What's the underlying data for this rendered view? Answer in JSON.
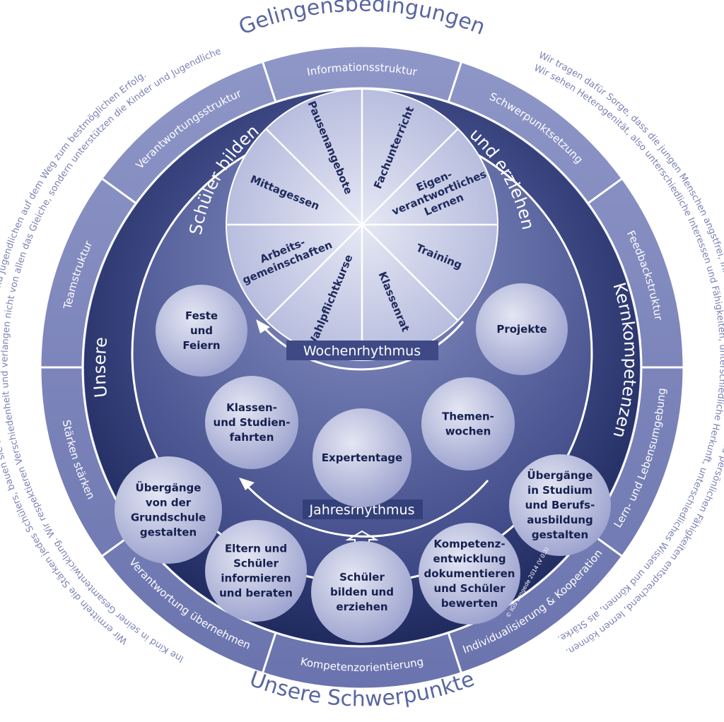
{
  "title_top": "Gelingensbedingungen",
  "title_bottom": "Unsere Schwerpunkte",
  "outer_notes": {
    "left": "Gleiche, sondern unterstützen jedes einzelne Kind in seiner Gesamtentwicklung. Wir respektieren Verschiedenheit und verlangen nicht von allen das Gleiche, sondern unterstützen die Kinder und Jugendlichen auf dem Weg zum bestmöglichen Erfolg.",
    "left_line2": "Wir ermitteln die Stärken jedes Schülers, bauen sie aus und unterstützen die Kinder und Jugendlichen auf dem Weg zum bestmöglichen Erfolg.",
    "right": "Wir tragen dafür Sorge, dass die jungen Menschen angstfrei, ihren Lebensbedürfnissen, Interessen und persönlichen Fähigkeiten entsprechend, lernen können.",
    "right_line2": "Wir sehen Heterogenität, also unterschiedliche Interessen und Fähigkeiten, unterschiedliche Herkunft, unterschiedliches Wissen und Können, als Stärke."
  },
  "outer_ring": [
    "Informationsstruktur",
    "Schwerpunktsetzung",
    "Feedbackstruktur",
    "Lern- und Lebensumgebung",
    "Individualisierung & Kooperation",
    "Kompetenzorientierung",
    "Verantwortung  übernehmen",
    "Stärken stärken",
    "Teamstruktur",
    "Verantwortungsstruktur"
  ],
  "inner_ring": {
    "left": "Unsere",
    "right": "Kernkompetenzen",
    "top_left": "Schüler bilden",
    "top_right": "und erziehen"
  },
  "wheel": [
    "Fachunterricht",
    "Eigen-|verantwortliches|Lernen",
    "Training",
    "Klassenrat",
    "Wahlpflichtkurse",
    "Arbeits-|gemeinschaften",
    "Mittagessen",
    "Pausenangebote"
  ],
  "rhythm": {
    "weekly": "Wochenrhythmus",
    "yearly": "Jahresrhythmus"
  },
  "bubbles": {
    "feste": [
      "Feste",
      "und",
      "Feiern"
    ],
    "projekte": [
      "Projekte"
    ],
    "klassenfahrten": [
      "Klassen-",
      "und Studien-",
      "fahrten"
    ],
    "themenwochen": [
      "Themen-",
      "wochen"
    ],
    "expertentage": [
      "Expertentage"
    ],
    "uebergaenge_gs": [
      "Übergänge",
      "von der",
      "Grundschule",
      "gestalten"
    ],
    "uebergaenge_studium": [
      "Übergänge",
      "in Studium",
      "und Berufs-",
      "ausbildung",
      "gestalten"
    ],
    "eltern": [
      "Eltern und",
      "Schüler",
      "informieren",
      "und beraten"
    ],
    "schueler": [
      "Schüler",
      "bilden und",
      "erziehen"
    ],
    "kompetenz": [
      "Kompetenz-",
      "entwicklung",
      "dokumentieren",
      "und Schüler",
      "bewerten"
    ]
  },
  "copyright": "© IGS Lengede 2014 (V 0.3)",
  "colors": {
    "outer_ring": "#7d86bd",
    "inner_ring_dark": "#2a356c",
    "wheel_light": "#c9cde6",
    "bubble": "#c3c7e3",
    "title": "#5a66a0"
  }
}
